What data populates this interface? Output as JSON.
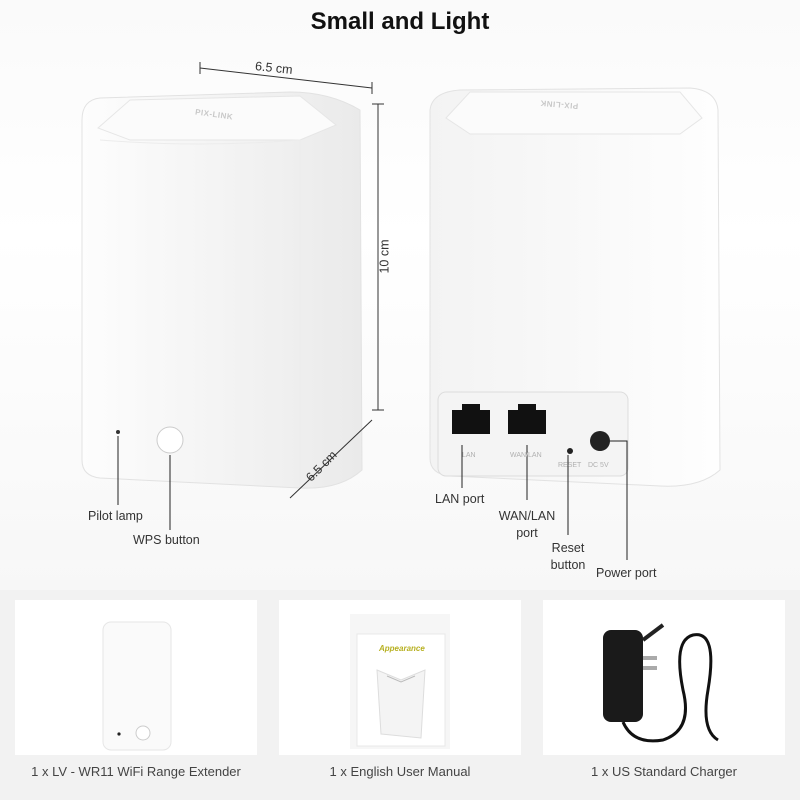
{
  "title": "Small and Light",
  "dimensions": {
    "width_top": "6.5 cm",
    "height": "10 cm",
    "depth": "6.5 cm"
  },
  "front_device": {
    "brand": "PIX-LINK",
    "callouts": {
      "pilot_lamp": "Pilot lamp",
      "wps_button": "WPS button"
    }
  },
  "back_device": {
    "brand": "PIX-LINK",
    "callouts": {
      "lan_port": "LAN port",
      "wan_lan_port": "WAN/LAN port",
      "reset_button": "Reset button",
      "power_port": "Power port"
    },
    "port_labels": [
      "LAN",
      "WAN/LAN",
      "RESET",
      "DC 5V"
    ]
  },
  "package": [
    {
      "caption": "1 x LV - WR11 WiFi Range Extender"
    },
    {
      "caption": "1 x English User Manual",
      "manual_heading": "Appearance"
    },
    {
      "caption": "1 x US Standard Charger"
    }
  ]
}
